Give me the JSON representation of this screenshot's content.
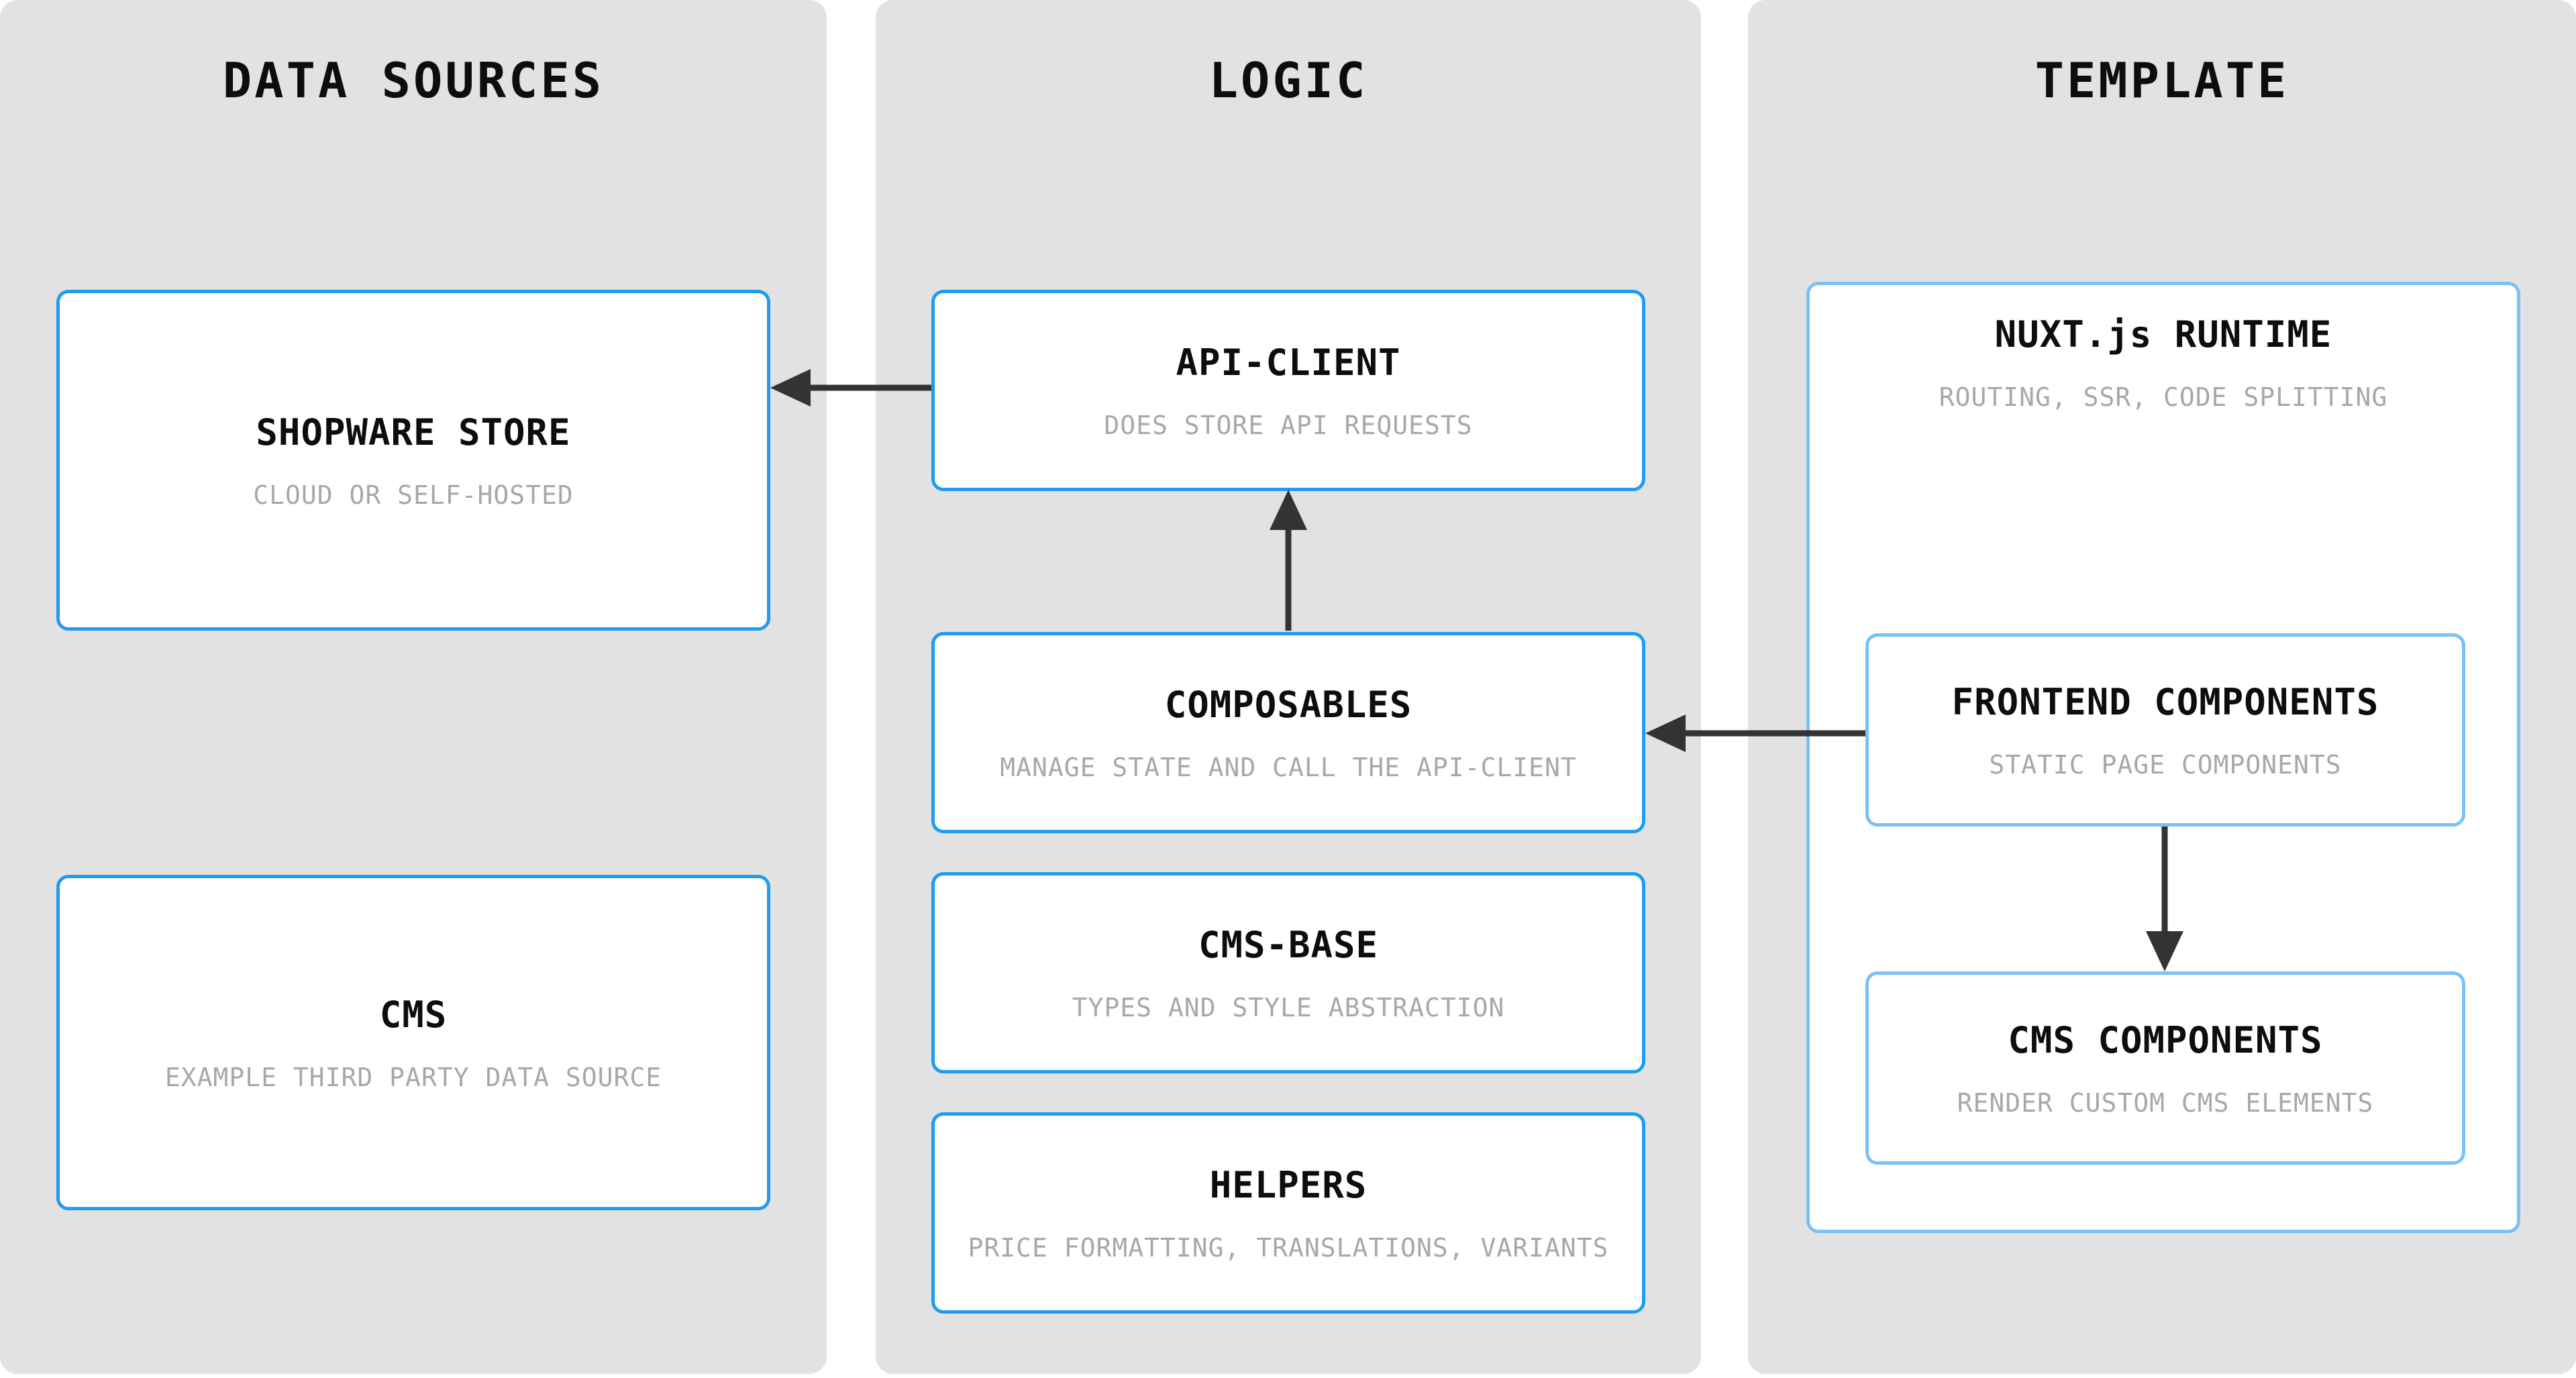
{
  "diagram": {
    "title_bar": null,
    "columns": [
      {
        "id": "data-sources",
        "title": "DATA SOURCES"
      },
      {
        "id": "logic",
        "title": "LOGIC"
      },
      {
        "id": "template",
        "title": "TEMPLATE"
      }
    ],
    "nodes": [
      {
        "id": "shopware-store",
        "column": "data-sources",
        "title": "SHOPWARE STORE",
        "subtitle": "CLOUD OR SELF-HOSTED"
      },
      {
        "id": "cms",
        "column": "data-sources",
        "title": "CMS",
        "subtitle": "EXAMPLE THIRD PARTY DATA SOURCE"
      },
      {
        "id": "api-client",
        "column": "logic",
        "title": "API-CLIENT",
        "subtitle": "DOES STORE API REQUESTS"
      },
      {
        "id": "composables",
        "column": "logic",
        "title": "COMPOSABLES",
        "subtitle": "MANAGE STATE AND CALL THE API-CLIENT"
      },
      {
        "id": "cms-base",
        "column": "logic",
        "title": "CMS-BASE",
        "subtitle": "TYPES AND STYLE ABSTRACTION"
      },
      {
        "id": "helpers",
        "column": "logic",
        "title": "HELPERS",
        "subtitle": "PRICE FORMATTING, TRANSLATIONS, VARIANTS"
      },
      {
        "id": "nuxt-runtime",
        "column": "template",
        "title": "NUXT.js RUNTIME",
        "subtitle": "ROUTING, SSR, CODE SPLITTING"
      },
      {
        "id": "frontend-components",
        "column": "template",
        "title": "FRONTEND COMPONENTS",
        "subtitle": "STATIC PAGE COMPONENTS"
      },
      {
        "id": "cms-components",
        "column": "template",
        "title": "CMS COMPONENTS",
        "subtitle": "RENDER CUSTOM CMS ELEMENTS"
      }
    ],
    "edges": [
      {
        "id": "api-client-to-shopware-store",
        "from": "api-client",
        "to": "shopware-store",
        "direction": "left"
      },
      {
        "id": "composables-to-api-client",
        "from": "composables",
        "to": "api-client",
        "direction": "up"
      },
      {
        "id": "frontend-components-to-composables",
        "from": "frontend-components",
        "to": "composables",
        "direction": "left"
      },
      {
        "id": "frontend-components-to-cms-components",
        "from": "frontend-components",
        "to": "cms-components",
        "direction": "down"
      }
    ],
    "colors": {
      "column_background": "#e2e2e2",
      "page_background": "#ffffff",
      "card_background": "#ffffff",
      "card_border_strong": "#1e9cf0",
      "card_border_soft": "#79c2f5",
      "title_text": "#0d0d0d",
      "subtitle_text": "#a8a8a8",
      "arrow": "#333333"
    }
  }
}
